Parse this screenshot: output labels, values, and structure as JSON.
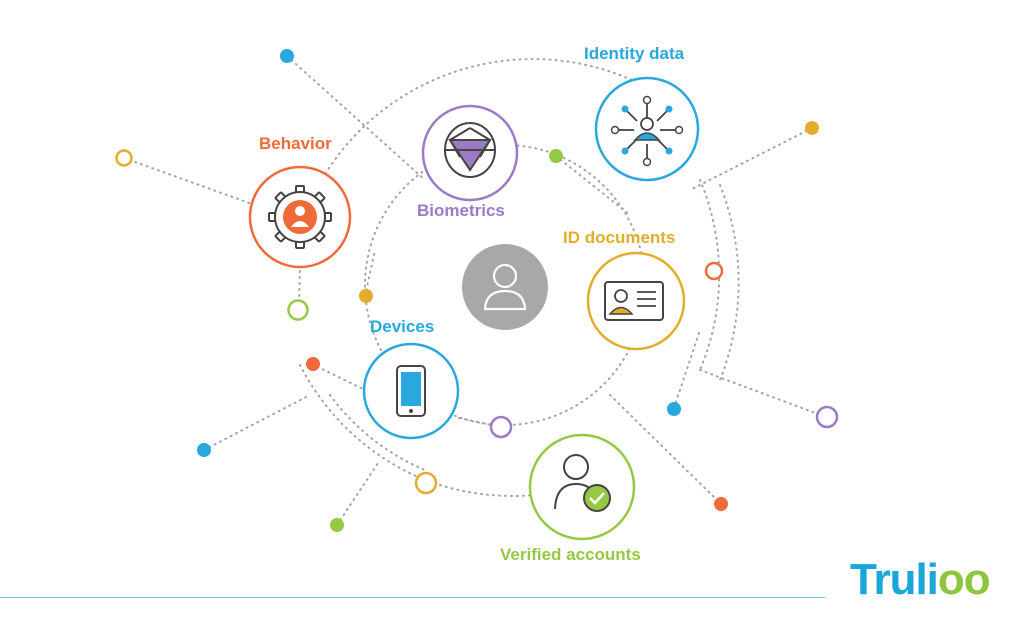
{
  "colors": {
    "orange": "#ef6b3a",
    "purple": "#9b7bc6",
    "blue": "#2aa7de",
    "yellow": "#e3ad2c",
    "green": "#95c845",
    "gray": "#a7a8aa",
    "dots": "#9fa4a9"
  },
  "nodes": {
    "behavior": {
      "label": "Behavior",
      "icon": "gear-user-icon"
    },
    "biometrics": {
      "label": "Biometrics",
      "icon": "face-scan-icon"
    },
    "identity": {
      "label": "Identity data",
      "icon": "network-user-icon"
    },
    "iddocs": {
      "label": "ID documents",
      "icon": "id-card-icon"
    },
    "devices": {
      "label": "Devices",
      "icon": "smartphone-icon"
    },
    "verified": {
      "label": "Verified accounts",
      "icon": "verified-user-icon"
    },
    "center": {
      "icon": "user-icon"
    }
  },
  "brand": {
    "name_part1": "Truli",
    "name_part2": "oo"
  }
}
